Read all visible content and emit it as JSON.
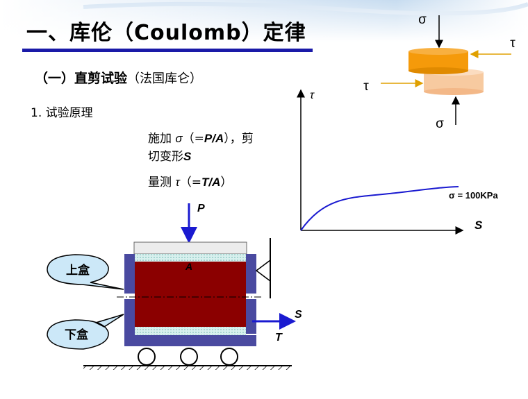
{
  "slide": {
    "title": "一、库伦（Coulomb）定律",
    "section_heading": "（一）直剪试验",
    "section_note": "（法国库仑）",
    "principle_label": "1.  试验原理",
    "desc_line1_a": "施加 ",
    "desc_sigma": "σ",
    "desc_line1_b": "（=",
    "desc_line1_formula": "P/A",
    "desc_line1_c": "），剪",
    "desc_line2_a": "切变形",
    "desc_line2_S": "S",
    "desc_line3_a": "量测 ",
    "desc_tau": "τ",
    "desc_line3_b": "（=",
    "desc_line3_formula": "T/A",
    "desc_line3_c": "）"
  },
  "stress_diagram": {
    "sigma_top": "σ",
    "sigma_bottom": "σ",
    "tau_right": "τ",
    "tau_left": "τ"
  },
  "graph": {
    "y_label": "τ",
    "x_label": "S",
    "curve_label": "σ = 100KPa"
  },
  "apparatus": {
    "load_label": "P",
    "area_label": "A",
    "upper_box_label": "上盒",
    "lower_box_label": "下盒",
    "displacement_label": "S",
    "force_label": "T"
  },
  "colors": {
    "title_bar": "#1a1aa8",
    "soil": "#8b0000",
    "box_frame": "#4a4aa0",
    "disc_top": "#f59a0a",
    "disc_bottom": "#f7caa0",
    "arrow_blue": "#1a1ad0",
    "callout_fill": "#cce8f8"
  }
}
